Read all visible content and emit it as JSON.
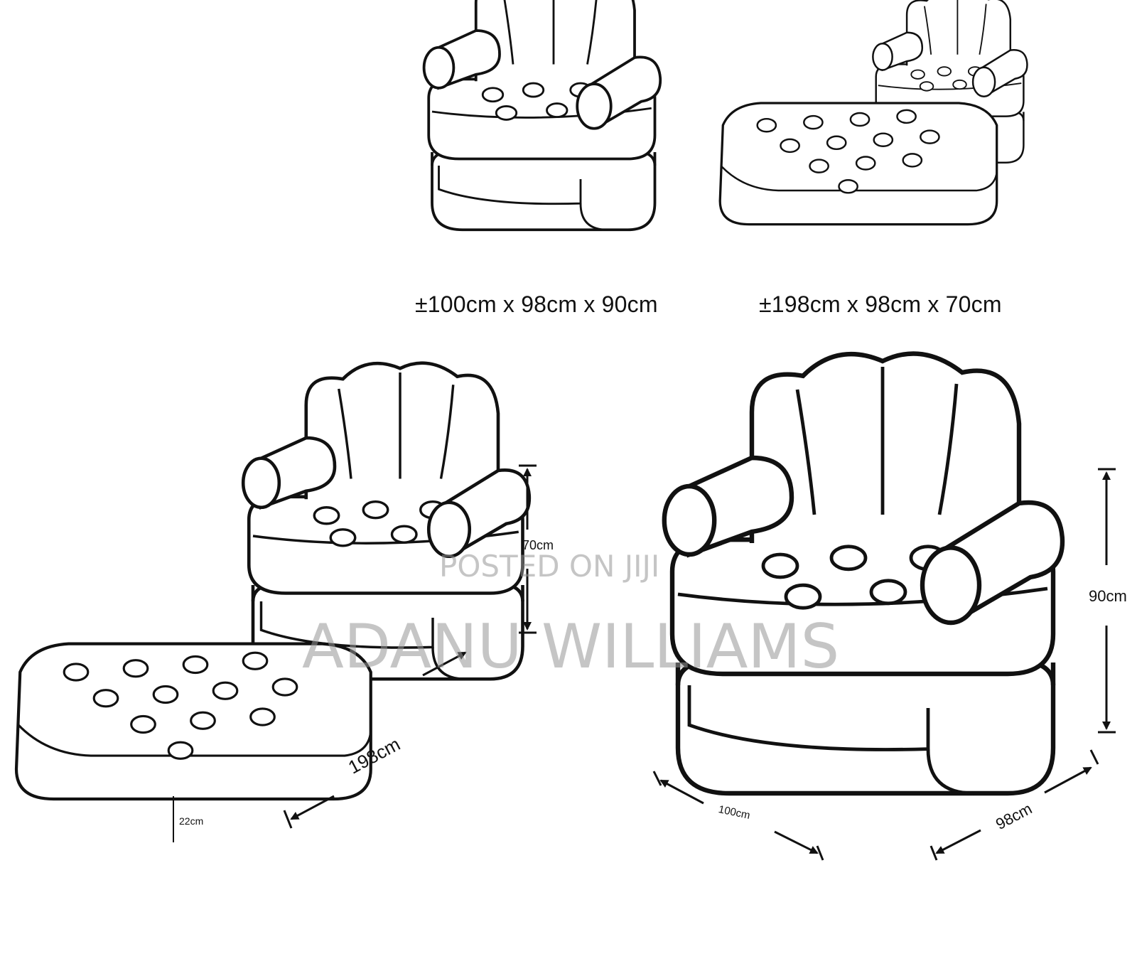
{
  "colors": {
    "line": "#111111",
    "fill": "#ffffff",
    "watermark": "#9a9a9a"
  },
  "top": {
    "chair_caption": "±100cm x 98cm x 90cm",
    "bed_caption": "±198cm x 98cm x 70cm"
  },
  "bed_diagram": {
    "height_label": "70cm",
    "length_label": "198cm",
    "thickness_label": "22cm"
  },
  "chair_diagram": {
    "height_label": "90cm",
    "width_label": "100cm",
    "depth_label": "98cm"
  },
  "watermark": {
    "line1": "POSTED ON JIJI",
    "line2": "ADANU WILLIAMS"
  }
}
